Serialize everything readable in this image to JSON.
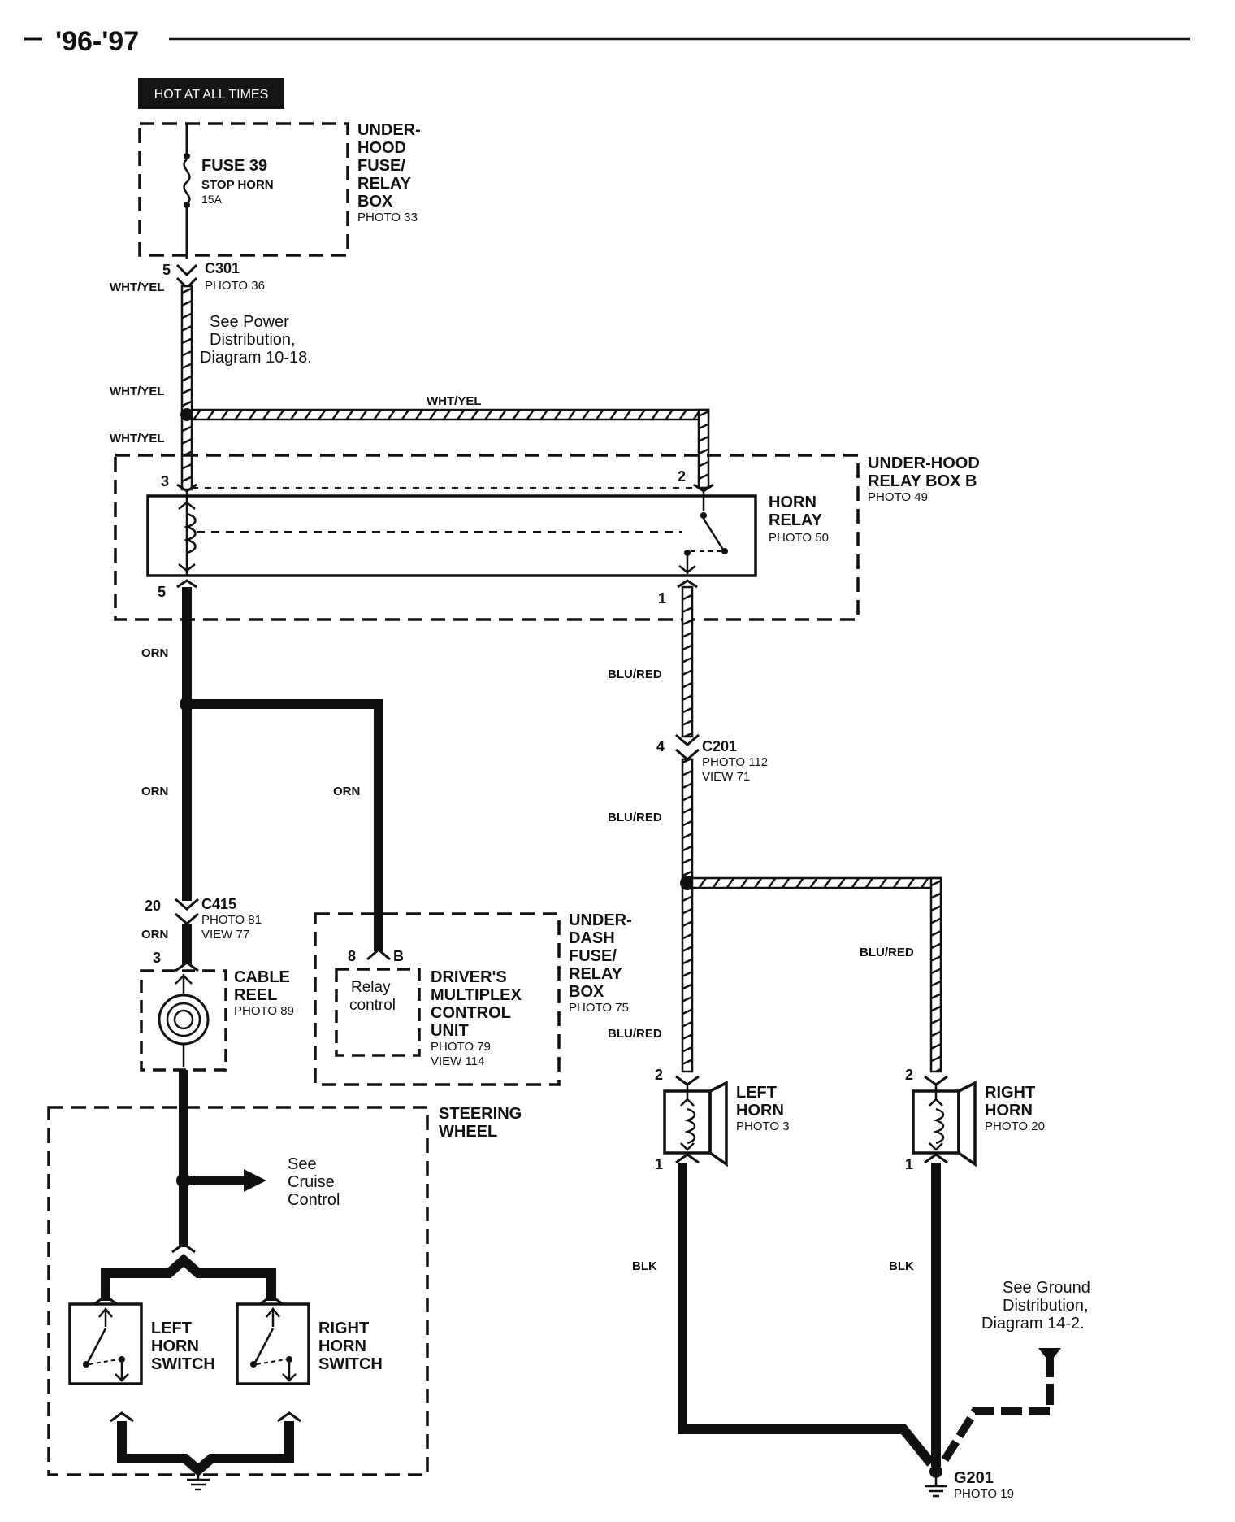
{
  "header": {
    "year_range": "'96-'97"
  },
  "power": {
    "hot_label": "HOT AT ALL TIMES"
  },
  "fuse_box": {
    "title": [
      "UNDER-",
      "HOOD",
      "FUSE/",
      "RELAY",
      "BOX"
    ],
    "photo": "PHOTO 33",
    "fuse_name": "FUSE 39",
    "fuse_desc": "STOP HORN",
    "fuse_rating": "15A"
  },
  "c301": {
    "pin": "5",
    "name": "C301",
    "photo": "PHOTO 36"
  },
  "power_note": [
    "See Power",
    "Distribution,",
    "Diagram 10-18."
  ],
  "relay_box": {
    "title": [
      "UNDER-HOOD",
      "RELAY BOX B"
    ],
    "photo": "PHOTO 49",
    "relay_title": [
      "HORN",
      "RELAY"
    ],
    "relay_photo": "PHOTO 50",
    "pin_3": "3",
    "pin_2": "2",
    "pin_5": "5",
    "pin_1": "1"
  },
  "wire_colors": {
    "wht_yel": "WHT/YEL",
    "orn": "ORN",
    "blu_red": "BLU/RED",
    "blk": "BLK"
  },
  "c201": {
    "pin": "4",
    "name": "C201",
    "photo": "PHOTO 112",
    "view": "VIEW 71"
  },
  "c415": {
    "pin": "20",
    "name": "C415",
    "photo": "PHOTO 81",
    "view": "VIEW 77",
    "pin_below": "3"
  },
  "cable_reel": {
    "title": [
      "CABLE",
      "REEL"
    ],
    "photo": "PHOTO 89"
  },
  "mcu": {
    "pin": "8",
    "pin_letter": "B",
    "inner": [
      "Relay",
      "control"
    ],
    "title": [
      "DRIVER'S",
      "MULTIPLEX",
      "CONTROL",
      "UNIT"
    ],
    "photo": "PHOTO 79",
    "view": "VIEW 114"
  },
  "dash_box": {
    "title": [
      "UNDER-",
      "DASH",
      "FUSE/",
      "RELAY",
      "BOX"
    ],
    "photo": "PHOTO 75"
  },
  "steering": {
    "title": [
      "STEERING",
      "WHEEL"
    ]
  },
  "cruise_note": [
    "See",
    "Cruise",
    "Control"
  ],
  "left_horn_switch": [
    "LEFT",
    "HORN",
    "SWITCH"
  ],
  "right_horn_switch": [
    "RIGHT",
    "HORN",
    "SWITCH"
  ],
  "left_horn": {
    "title": [
      "LEFT",
      "HORN"
    ],
    "photo": "PHOTO 3",
    "pin_top": "2",
    "pin_bottom": "1"
  },
  "right_horn": {
    "title": [
      "RIGHT",
      "HORN"
    ],
    "photo": "PHOTO 20",
    "pin_top": "2",
    "pin_bottom": "1"
  },
  "ground_note": [
    "See Ground",
    "Distribution,",
    "Diagram 14-2."
  ],
  "g201": {
    "name": "G201",
    "photo": "PHOTO 19"
  }
}
